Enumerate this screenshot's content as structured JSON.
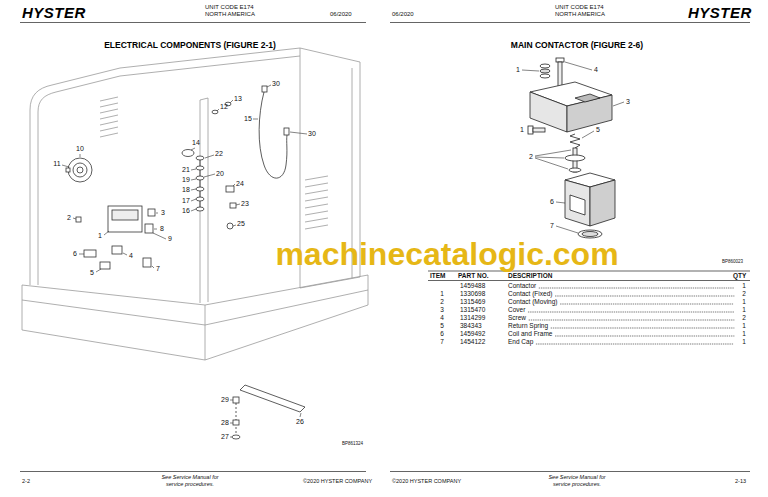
{
  "diagram": {
    "labels": [
      "HYSTER",
      "UNIT CODE E174",
      "NORTH AMERICA",
      "06/2020",
      "06/2020",
      "UNIT CODE E174",
      "NORTH AMERICA",
      "HYSTER",
      "ELECTRICAL COMPONENTS (FIGURE 2-1)",
      "MAIN CONTACTOR (FIGURE 2-6)",
      "30",
      "13",
      "12",
      "15",
      "30",
      "14",
      "22",
      "11",
      "10",
      "21",
      "20",
      "19",
      "18",
      "24",
      "17",
      "23",
      "16",
      "25",
      "2",
      "3",
      "1",
      "8",
      "9",
      "6",
      "4",
      "5",
      "7",
      "29",
      "26",
      "28",
      "27",
      "BP861324",
      "1",
      "4",
      "3",
      "5",
      "1",
      "2",
      "6",
      "7",
      "BP860023",
      "ITEM",
      "PART NO.",
      "DESCRIPTION",
      "QTY",
      "1459488",
      "Contactor",
      "1",
      "1",
      "1330698",
      "Contact (Fixed)",
      "2",
      "2",
      "1315469",
      "Contact (Moving)",
      "1",
      "3",
      "1315470",
      "Cover",
      "1",
      "4",
      "1314299",
      "Screw",
      "2",
      "5",
      "384343",
      "Return Spring",
      "1",
      "6",
      "1459492",
      "Coil and Frame",
      "1",
      "7",
      "1454122",
      "End Cap",
      "1",
      "2-2",
      "See Service Manual for service procedures.",
      "©2020 HYSTER COMPANY",
      "©2020 HYSTER COMPANY",
      "See Service Manual for service procedures.",
      "2-13",
      "machinecatalogic.com"
    ]
  }
}
